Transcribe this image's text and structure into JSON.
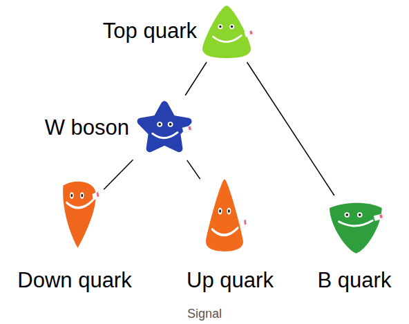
{
  "diagram": {
    "caption": "Signal",
    "nodes": [
      {
        "text": [
          "Top quark"
        ]
      },
      {
        "text": [
          "W boson"
        ]
      },
      {
        "text": [
          "Down quark"
        ]
      },
      {
        "text": [
          "Up quark"
        ]
      },
      {
        "text": [
          "B quark"
        ]
      }
    ],
    "edges": [
      {
        "from": 0,
        "to": 1,
        "arrow": "none"
      },
      {
        "from": 0,
        "to": 4,
        "arrow": "none"
      },
      {
        "from": 1,
        "to": 2,
        "arrow": "none"
      },
      {
        "from": 1,
        "to": 3,
        "arrow": "none"
      }
    ]
  }
}
